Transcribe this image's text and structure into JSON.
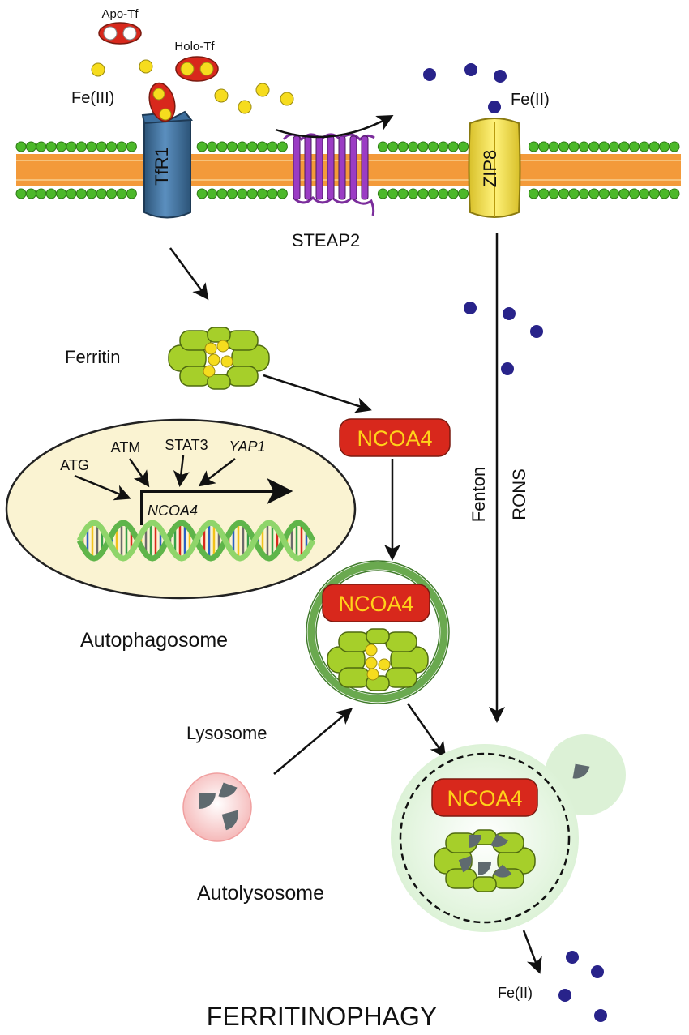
{
  "labels": {
    "apo_tf": "Apo-Tf",
    "holo_tf": "Holo-Tf",
    "fe3": "Fe(III)",
    "fe2_top": "Fe(II)",
    "tfr1": "TfR1",
    "zip8": "ZIP8",
    "steap2": "STEAP2",
    "ferritin": "Ferritin",
    "ncoa4_box": "NCOA4",
    "regulators": [
      "ATG",
      "ATM",
      "STAT3",
      "YAP1"
    ],
    "gene": "NCOA4",
    "fenton": "Fenton",
    "rons": "RONS",
    "autophagosome": "Autophagosome",
    "ncoa4_autophagosome": "NCOA4",
    "lysosome": "Lysosome",
    "autolysosome": "Autolysosome",
    "ncoa4_autolysosome": "NCOA4",
    "fe2_bottom": "Fe(II)",
    "title": "FERRITINOPHAGY"
  },
  "colors": {
    "membrane_head": "#4cb82a",
    "membrane_core": "#f39a3a",
    "tfr1": "#3d6f9e",
    "zip8": "#f3e24a",
    "steap2": "#7b2d9c",
    "transferrin": "#d8281c",
    "fe3_dot": "#f6dc1e",
    "fe2_dot": "#28238a",
    "ferritin": "#a6cf2a",
    "ncoa4_box": "#d8281c",
    "ncoa4_text": "#ffd21a",
    "nucleus": "#faf3d2",
    "autophagosome_ring": "#6aa94f",
    "lysosome": "#f8c8c8",
    "autolysosome": "#e3f5df",
    "hydrolase": "#5f6a6f"
  }
}
